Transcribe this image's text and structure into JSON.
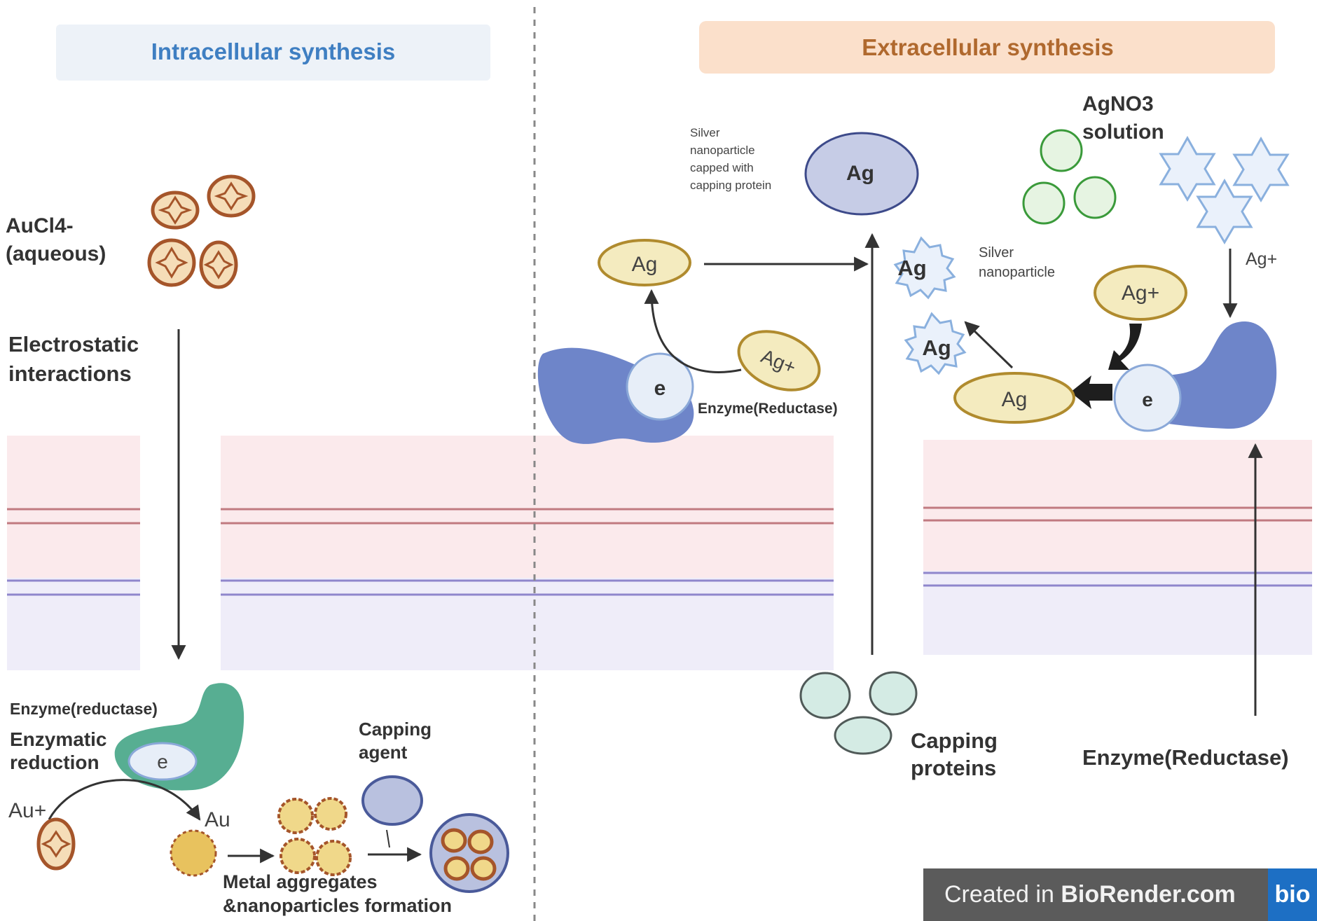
{
  "intracellular": {
    "header": "Intracellular synthesis",
    "ion_label_1": "AuCl4-",
    "ion_label_2": "(aqueous)",
    "step1_label_1": "Electrostatic",
    "step1_label_2": "interactions",
    "enzyme_label": "Enzyme(reductase)",
    "step2_label_1": "Enzymatic",
    "step2_label_2": "reduction",
    "electron_symbol": "e",
    "au_ion_label": "Au+",
    "au_label": "Au",
    "capping_label_1": "Capping",
    "capping_label_2": "agent",
    "formation_label_1": "Metal aggregates",
    "formation_label_2": "&nanoparticles formation"
  },
  "extracellular": {
    "header": "Extracellular synthesis",
    "capped_label_1": "Silver",
    "capped_label_2": "nanoparticle",
    "capped_label_3": "capped with",
    "capped_label_4": "capping protein",
    "capped_ag": "Ag",
    "agno3_label_1": "AgNO3",
    "agno3_label_2": "solution",
    "ag_ion_small": "Ag+",
    "left_ag": "Ag",
    "left_ag_plus": "Ag+",
    "left_enzyme_label": "Enzyme(Reductase)",
    "left_electron": "e",
    "np_ag_1": "Ag",
    "np_ag_2": "Ag",
    "np_label_1": "Silver",
    "np_label_2": "nanoparticle",
    "right_ag_plus": "Ag+",
    "right_ag": "Ag",
    "right_electron": "e",
    "capping_proteins_1": "Capping",
    "capping_proteins_2": "proteins",
    "enzyme_reductase": "Enzyme(Reductase)"
  },
  "watermark": {
    "prefix": "Created in ",
    "brand": "BioRender.com",
    "logo": "bio"
  }
}
